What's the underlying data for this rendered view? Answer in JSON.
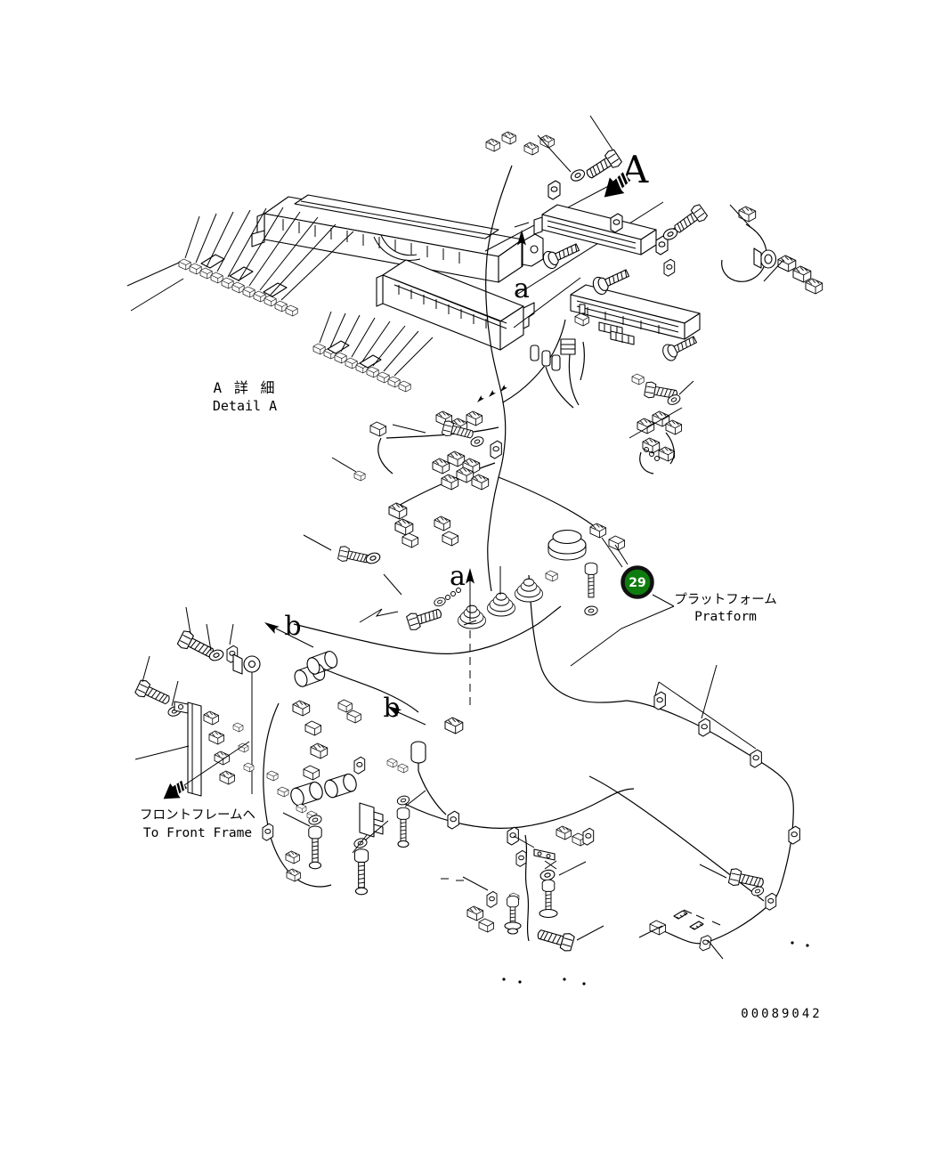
{
  "figure": {
    "background": "#ffffff",
    "line_color": "#000000",
    "labels": {
      "detail_jp": "A 詳 細",
      "detail_en": "Detail A",
      "view_letter": "A",
      "marker_a": "a",
      "marker_b": "b",
      "platform_jp": "プラットフォーム",
      "platform_en": "Pratform",
      "front_frame_jp": "フロントフレームヘ",
      "front_frame_en": "To Front Frame",
      "drawing_number": "00089042"
    },
    "callout": {
      "number": "29",
      "fill_color": "#0e7d0e",
      "ring_color": "#111111",
      "text_color": "#ffffff"
    }
  }
}
